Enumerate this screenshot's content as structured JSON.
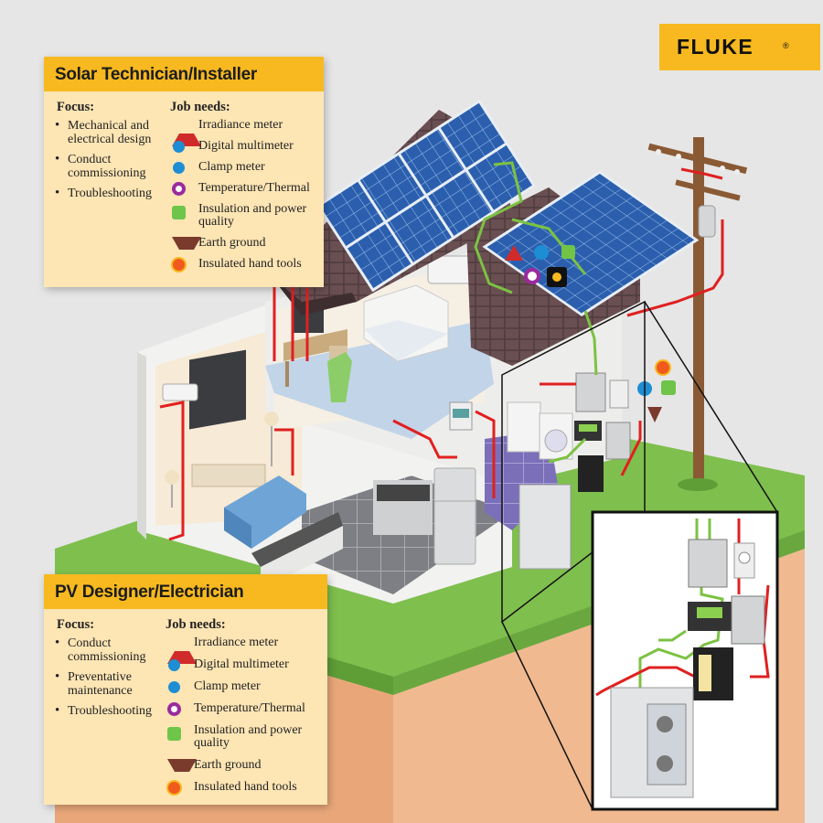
{
  "brand": {
    "name": "FLUKE",
    "registered_mark": "®"
  },
  "colors": {
    "card_header": "#f7b91f",
    "card_body": "#fde5b4",
    "irradiance": "#d02a2a",
    "multimeter": "#1d8ed4",
    "thermal": "#9b2a9e",
    "power_quality": "#6ec54a",
    "earth_ground": "#7a3a2c",
    "hand_tools": "#f15a1e",
    "dc_wiring": "#7cc242",
    "ac_wiring": "#e02020"
  },
  "cards": [
    {
      "title": "Solar Technician/Installer",
      "focus_label": "Focus:",
      "focus": [
        "Mechanical and electrical design",
        "Conduct commissioning",
        "Troubleshooting"
      ],
      "needs_label": "Job needs:",
      "needs": [
        {
          "icon": "red-triangle-up",
          "label": "Irradiance meter"
        },
        {
          "icon": "blue-dot",
          "label": "Digital multimeter"
        },
        {
          "icon": "blue-dot",
          "label": "Clamp meter"
        },
        {
          "icon": "purple-ring",
          "label": "Temperature/Thermal"
        },
        {
          "icon": "green-square",
          "label": "Insulation and power quality"
        },
        {
          "icon": "brown-triangle-down",
          "label": "Earth ground"
        },
        {
          "icon": "orange-dot",
          "label": "Insulated hand tools"
        }
      ]
    },
    {
      "title": "PV Designer/Electrician",
      "focus_label": "Focus:",
      "focus": [
        "Conduct commissioning",
        "Preventative maintenance",
        "Troubleshooting"
      ],
      "needs_label": "Job needs:",
      "needs": [
        {
          "icon": "red-triangle-up",
          "label": "Irradiance meter"
        },
        {
          "icon": "blue-dot",
          "label": "Digital multimeter"
        },
        {
          "icon": "blue-dot",
          "label": "Clamp meter"
        },
        {
          "icon": "purple-ring",
          "label": "Temperature/Thermal"
        },
        {
          "icon": "green-square",
          "label": "Insulation and power quality"
        },
        {
          "icon": "brown-triangle-down",
          "label": "Earth ground"
        },
        {
          "icon": "orange-dot",
          "label": "Insulated hand tools"
        }
      ]
    }
  ]
}
